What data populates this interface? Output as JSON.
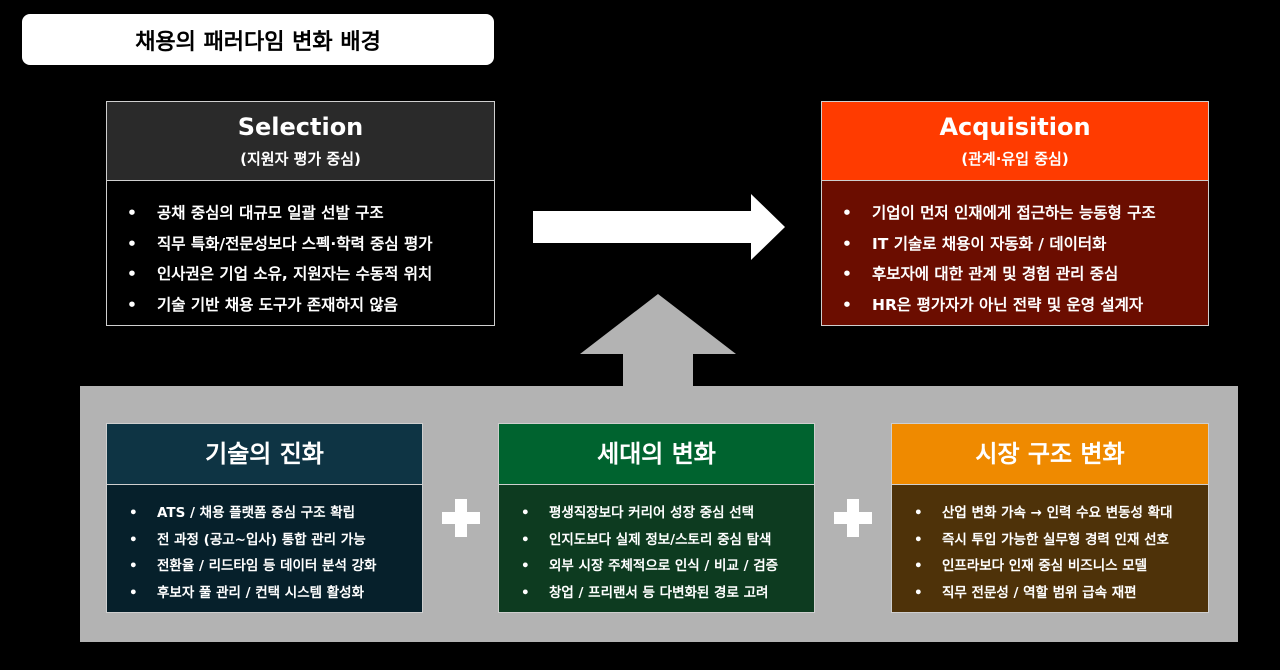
{
  "title": "채용의 패러다임 변화 배경",
  "selection": {
    "title": "Selection",
    "subtitle": "(지원자 평가 중심)",
    "items": [
      "공채 중심의 대규모 일괄 선발 구조",
      "직무 특화/전문성보다 스펙·학력 중심 평가",
      "인사권은 기업 소유, 지원자는 수동적 위치",
      "기술 기반 채용 도구가 존재하지 않음"
    ]
  },
  "acquisition": {
    "title": "Acquisition",
    "subtitle": "(관계·유입 중심)",
    "items": [
      "기업이 먼저 인재에게 접근하는 능동형 구조",
      "IT 기술로 채용이 자동화 / 데이터화",
      "후보자에 대한 관계 및 경험 관리 중심",
      "HR은 평가자가 아닌 전략 및 운영 설계자"
    ]
  },
  "factors": [
    {
      "title": "기술의 진화",
      "items": [
        "ATS / 채용 플랫폼 중심 구조 확립",
        "전 과정 (공고~입사) 통합 관리 가능",
        "전환율 / 리드타임 등 데이터 분석 강화",
        "후보자 풀 관리 / 컨택 시스템 활성화"
      ]
    },
    {
      "title": "세대의 변화",
      "items": [
        "평생직장보다 커리어 성장 중심 선택",
        "인지도보다 실제 정보/스토리 중심 탐색",
        "외부 시장 주체적으로 인식 / 비교 / 검증",
        "창업 / 프리랜서 등 다변화된 경로 고려"
      ]
    },
    {
      "title": "시장 구조 변화",
      "items": [
        "산업 변화 가속 → 인력 수요 변동성 확대",
        "즉시 투입 가능한 실무형 경력 인재 선호",
        "인프라보다 인재 중심 비즈니스 모델",
        "직무 전문성 / 역할 범위 급속 재편"
      ]
    }
  ],
  "colors": {
    "selection_head": "#2a2a2a",
    "acquisition_head": "#ff3b00",
    "acquisition_body": "#6b0d00",
    "tech_head": "#0e3444",
    "generation_head": "#00632f",
    "market_head": "#ef8a00",
    "panel": "#b3b3b3"
  }
}
